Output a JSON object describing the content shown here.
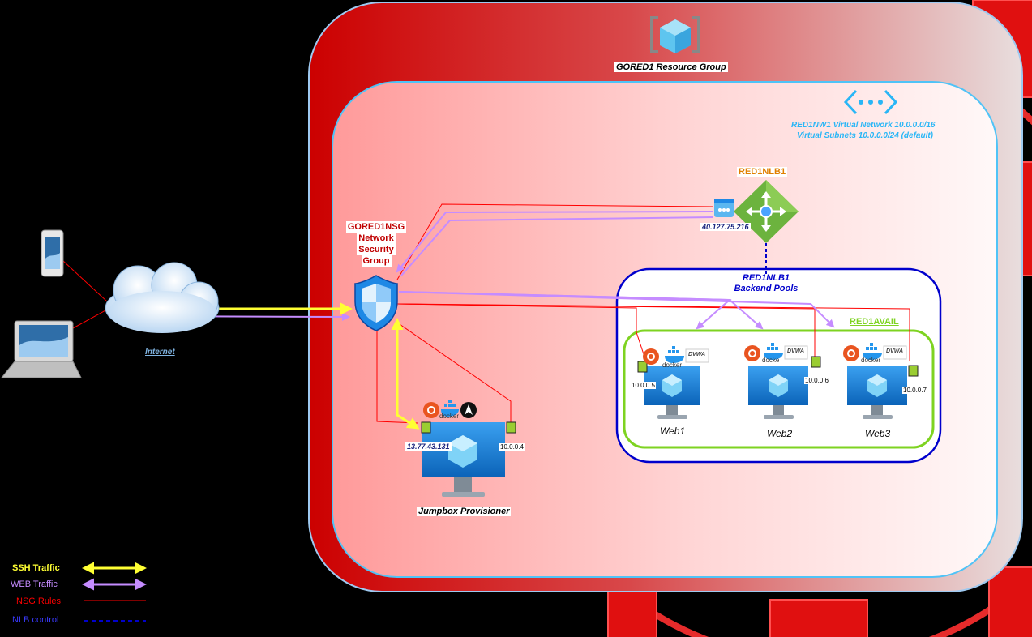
{
  "resource_group": {
    "label": "GORED1 Resource Group"
  },
  "vnet": {
    "line1": "RED1NW1 Virtual Network 10.0.0.0/16",
    "line2": "Virtual Subnets 10.0.0.0/24 (default)"
  },
  "nsg": {
    "line1": "GORED1NSG",
    "line2": "Network",
    "line3": "Security",
    "line4": "Group"
  },
  "nlb": {
    "title": "RED1NLB1",
    "public_ip": "40.127.75.216"
  },
  "backend_pool": {
    "line1": "RED1NLB1",
    "line2": "Backend Pools"
  },
  "availability_set": {
    "label": "RED1AVAIL"
  },
  "internet": {
    "label": "Internet"
  },
  "jumpbox": {
    "name": "Jumpbox Provisioner",
    "public_ip": "13.77.43.131",
    "private_ip": "10.0.0.4",
    "docker_text": "docker"
  },
  "web_vms": [
    {
      "name": "Web1",
      "ip": "10.0.0.5",
      "docker_text": "docker",
      "dvwa": "DVWA"
    },
    {
      "name": "Web2",
      "ip": "10.0.0.6",
      "docker_text": "docke",
      "dvwa": "DVWA"
    },
    {
      "name": "Web3",
      "ip": "10.0.0.7",
      "docker_text": "docker",
      "dvwa": "DVWA"
    }
  ],
  "legend": {
    "ssh": "SSH Traffic",
    "web": "WEB Traffic",
    "nsg_rules": "NSG Rules",
    "nlb_control": "NLB control"
  },
  "colors": {
    "ssh": "#ffff33",
    "web": "#c58cff",
    "nsg": "#ff0000",
    "nlb": "#0000cc",
    "vnet_border": "#4fc3f7",
    "avail_border": "#7ed321",
    "azure_blue": "#0078d4",
    "nlb_green": "#5ea020"
  }
}
